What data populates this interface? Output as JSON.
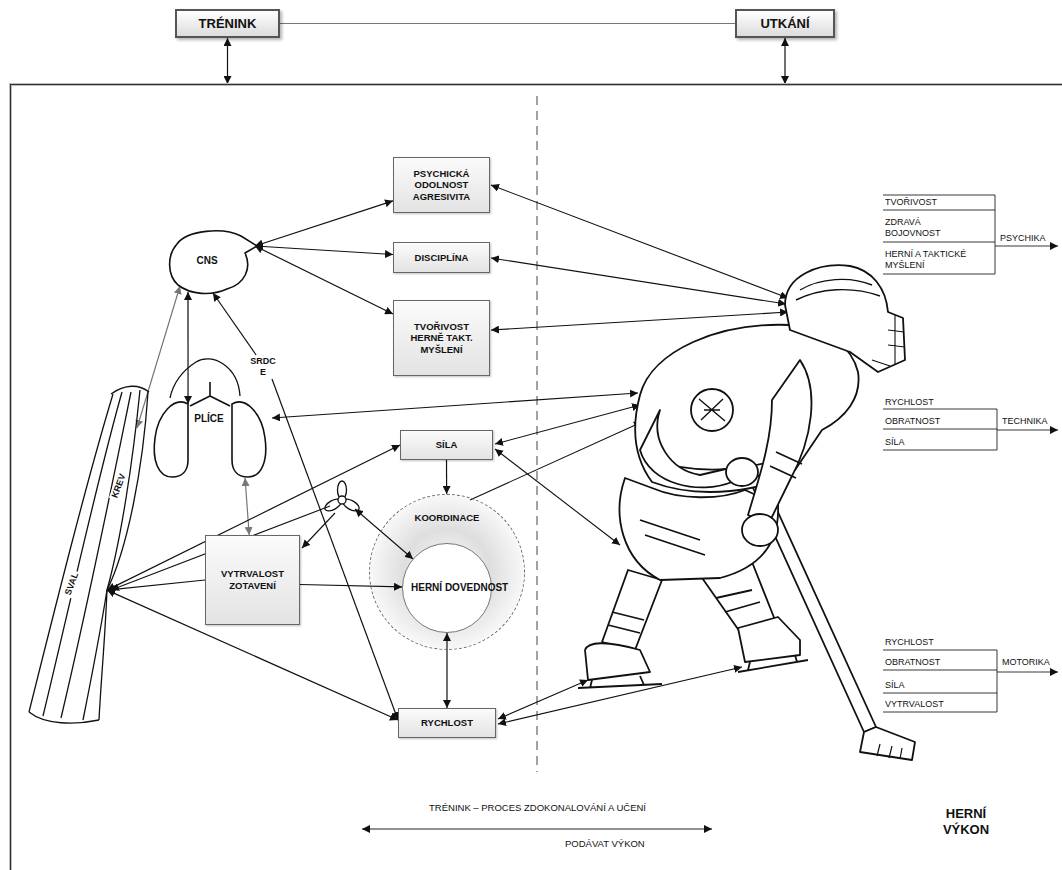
{
  "diagram": {
    "nodes": [
      {
        "text": [
          "TRÉNINK"
        ]
      },
      {
        "text": [
          "UTKÁNÍ"
        ]
      },
      {
        "text": [
          "HERNÍ VÝKON"
        ]
      },
      {
        "text": [
          "PSYCHICKÁ ODOLNOST AGRESIVITA"
        ],
        "in": 2
      },
      {
        "text": [
          "CNS"
        ],
        "in": 2
      },
      {
        "text": [
          "DISCIPLÍNA"
        ],
        "in": 2
      },
      {
        "text": [
          "TVOŘIVOST HERNĚ TAKT. MYŠLENÍ"
        ],
        "in": 2
      },
      {
        "text": [
          "SRDC E"
        ],
        "in": 2
      },
      {
        "text": [
          "PLÍCE"
        ],
        "in": 2
      },
      {
        "text": [
          "SÍLA"
        ],
        "in": 2
      },
      {
        "text": [
          "KOORDINACE"
        ],
        "in": 2
      },
      {
        "text": [
          "HERNÍ DOVEDNOST"
        ],
        "in": 10
      },
      {
        "text": [
          "VYTRVALOST ZOTAVENÍ"
        ],
        "in": 2
      },
      {
        "text": [
          "KREV",
          "SVAL"
        ],
        "in": 2
      },
      {
        "text": [
          "RYCHLOST"
        ],
        "in": 2
      }
    ],
    "edges": [
      {
        "from": 0,
        "to": 1,
        "arrow": "none"
      },
      {
        "from": 0,
        "to": 2,
        "arrow": "both"
      },
      {
        "from": 1,
        "to": 2,
        "arrow": "both"
      },
      {
        "from": 4,
        "to": 3,
        "arrow": "both"
      },
      {
        "from": 4,
        "to": 5,
        "arrow": "both"
      },
      {
        "from": 4,
        "to": 6,
        "arrow": "both"
      },
      {
        "from": 7,
        "to": 4,
        "arrow": "to"
      },
      {
        "from": 4,
        "to": 8,
        "arrow": "both"
      },
      {
        "from": 4,
        "to": 13,
        "arrow": "both"
      },
      {
        "from": 8,
        "to": 12,
        "arrow": "both"
      },
      {
        "from": 13,
        "to": 9,
        "arrow": "both"
      },
      {
        "from": 9,
        "to": 10,
        "arrow": "to"
      },
      {
        "from": 12,
        "to": 13,
        "arrow": "to"
      },
      {
        "from": 12,
        "to": 11,
        "arrow": "to"
      },
      {
        "from": 11,
        "to": 14,
        "arrow": "both"
      },
      {
        "from": 13,
        "to": 14,
        "arrow": "both"
      },
      {
        "from": 7,
        "to": 14,
        "arrow": "to"
      }
    ],
    "labels": [
      "TVOŘIVOST",
      "ZDRAVÁ BOJOVNOST",
      "HERNÍ A TAKTICKÉ MYŠLENÍ",
      "PSYCHIKA",
      "RYCHLOST",
      "OBRATNOST",
      "SÍLA",
      "TECHNIKA",
      "RYCHLOST",
      "OBRATNOST",
      "SÍLA",
      "VYTRVALOST",
      "MOTORIKA",
      "TRÉNINK – PROCES ZDOKONALOVÁNÍ A UČENÍ",
      "PODÁVAT VÝKON"
    ]
  }
}
